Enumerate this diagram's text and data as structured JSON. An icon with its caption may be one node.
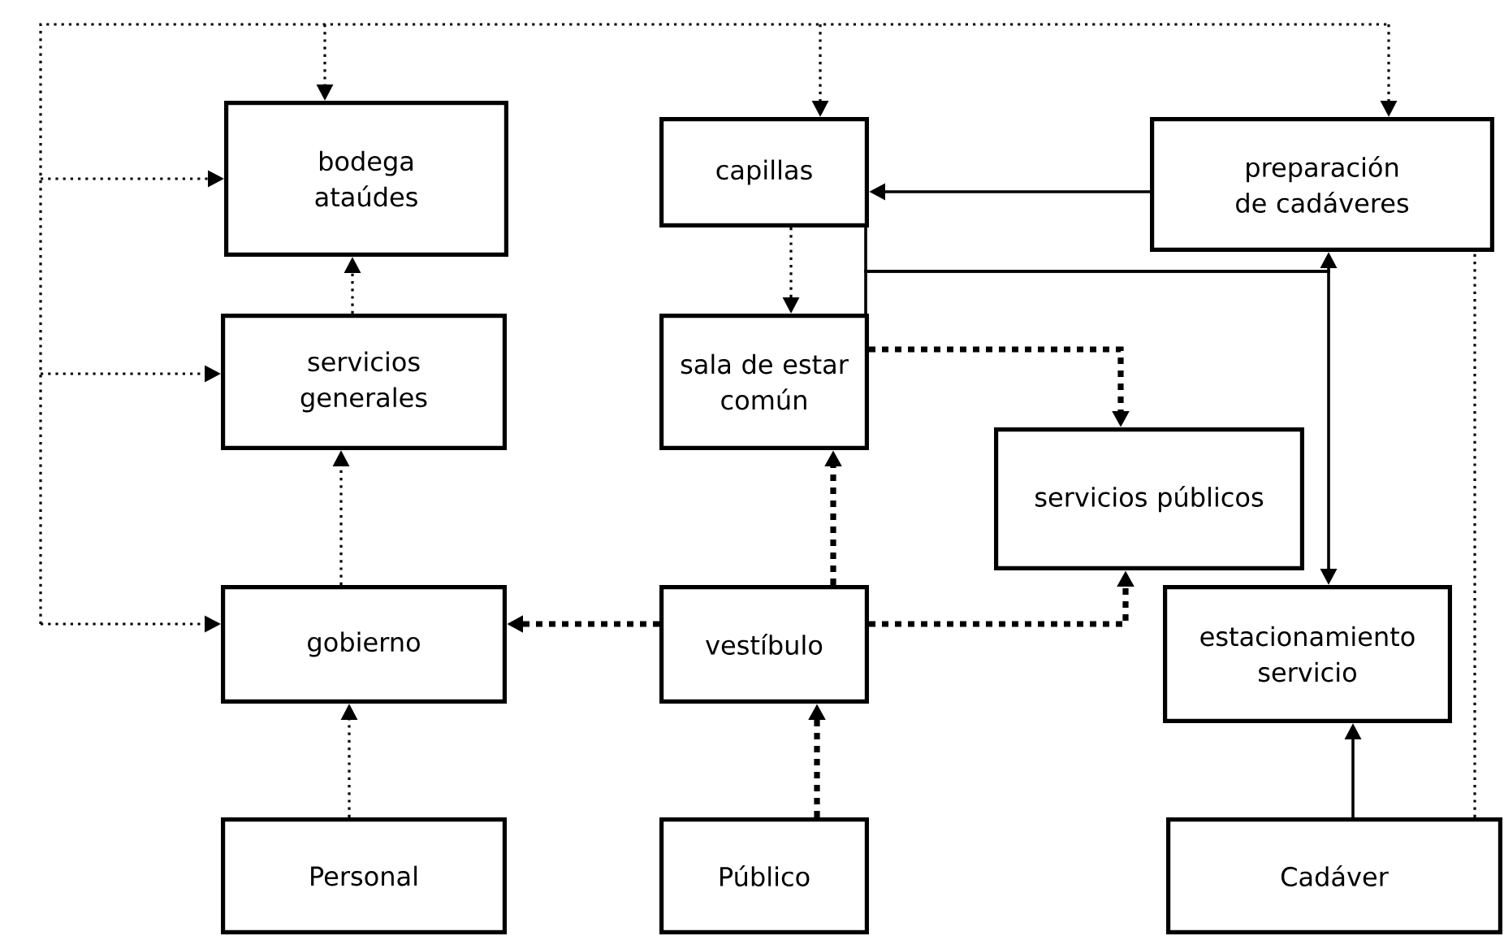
{
  "diagram": {
    "nodes": [
      {
        "text": [
          "bodega ataúdes"
        ]
      },
      {
        "text": [
          "capillas"
        ]
      },
      {
        "text": [
          "preparación de cadáveres"
        ]
      },
      {
        "text": [
          "servicios generales"
        ]
      },
      {
        "text": [
          "sala de estar común"
        ]
      },
      {
        "text": [
          "servicios públicos"
        ]
      },
      {
        "text": [
          "gobierno"
        ]
      },
      {
        "text": [
          "vestíbulo"
        ]
      },
      {
        "text": [
          "estacionamiento servicio"
        ]
      },
      {
        "text": [
          "Personal"
        ]
      },
      {
        "text": [
          "Público"
        ]
      },
      {
        "text": [
          "Cadáver"
        ]
      }
    ],
    "edges": [
      {
        "from": null,
        "to": 0,
        "arrow": "to",
        "style": "dashed"
      },
      {
        "from": null,
        "to": 1,
        "arrow": "to",
        "style": "dashed"
      },
      {
        "from": null,
        "to": 2,
        "arrow": "to",
        "style": "dashed"
      },
      {
        "from": null,
        "to": 0,
        "arrow": "to",
        "style": "dashed"
      },
      {
        "from": null,
        "to": 3,
        "arrow": "to",
        "style": "dashed"
      },
      {
        "from": null,
        "to": 6,
        "arrow": "to",
        "style": "dashed"
      },
      {
        "from": 3,
        "to": 0,
        "arrow": "to",
        "style": "dashed"
      },
      {
        "from": 6,
        "to": 3,
        "arrow": "to",
        "style": "dashed"
      },
      {
        "from": 9,
        "to": 6,
        "arrow": "to",
        "style": "dashed"
      },
      {
        "from": 1,
        "to": 4,
        "arrow": "to",
        "style": "dashed"
      },
      {
        "from": 7,
        "to": 6,
        "arrow": "to",
        "style": "dashed"
      },
      {
        "from": 7,
        "to": 4,
        "arrow": "to",
        "style": "dashed"
      },
      {
        "from": 10,
        "to": 7,
        "arrow": "to",
        "style": "dashed"
      },
      {
        "from": 4,
        "to": 5,
        "arrow": "to",
        "style": "dashed"
      },
      {
        "from": 7,
        "to": 5,
        "arrow": "to",
        "style": "dashed"
      },
      {
        "from": 2,
        "to": 1,
        "arrow": "to"
      },
      {
        "from": 1,
        "to": 2,
        "arrow": "to"
      },
      {
        "from": 4,
        "to": 8,
        "arrow": "to"
      },
      {
        "from": 11,
        "to": 8,
        "arrow": "to"
      },
      {
        "from": 11,
        "to": 2,
        "arrow": "none",
        "style": "dashed"
      }
    ]
  }
}
